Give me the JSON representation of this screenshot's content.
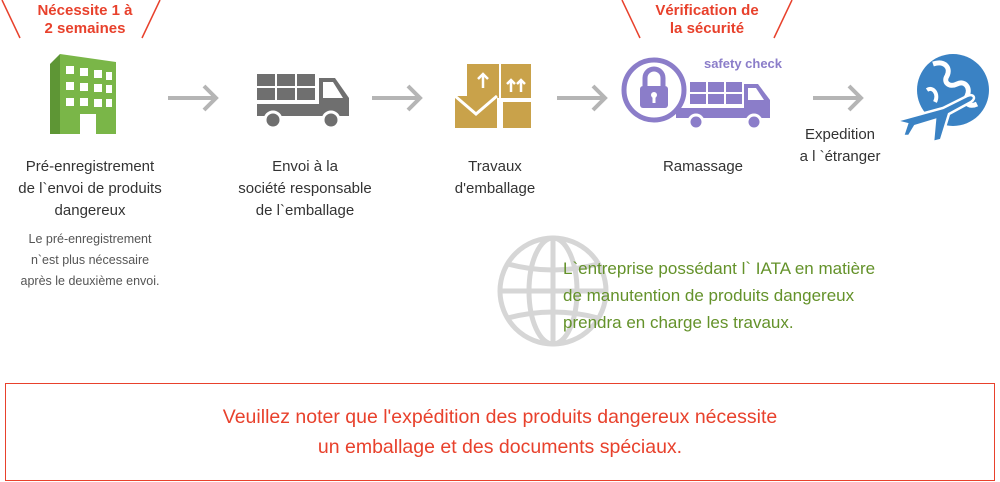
{
  "callouts": {
    "duration": [
      "Nécessite 1 à",
      "2 semaines"
    ],
    "security": [
      "Vérification de",
      "la sécurité"
    ]
  },
  "steps": [
    {
      "icon": "building-icon",
      "label": [
        "Pré-enregistrement",
        "de l`envoi de produits",
        "dangereux"
      ],
      "note": [
        "Le pré-enregistrement",
        "n`est plus nécessaire",
        "après le deuxième envoi."
      ]
    },
    {
      "icon": "truck-icon",
      "label": [
        "Envoi à la",
        "société responsable",
        "de l`emballage"
      ]
    },
    {
      "icon": "packages-icon",
      "label": [
        "Travaux",
        "d'emballage"
      ]
    },
    {
      "icon": "secure-truck-icon",
      "badge": "safety check",
      "label": [
        "Ramassage"
      ]
    },
    {
      "icon": "globe-airplane-icon",
      "label": [
        "Expedition",
        "a l `étranger"
      ]
    }
  ],
  "iata_note": [
    "L`entreprise possédant l` IATA en matière",
    "de manutention de produits dangereux",
    "prendra en charge les travaux."
  ],
  "notice": [
    "Veuillez noter que l'expédition des produits dangereux nécessite",
    "un emballage et des documents spéciaux."
  ],
  "colors": {
    "accent_red": "#e8412c",
    "green": "#7ab648",
    "gray": "#6f6f6f",
    "gold": "#c9a24a",
    "purple": "#8b7dc9",
    "blue": "#3a82c4"
  }
}
